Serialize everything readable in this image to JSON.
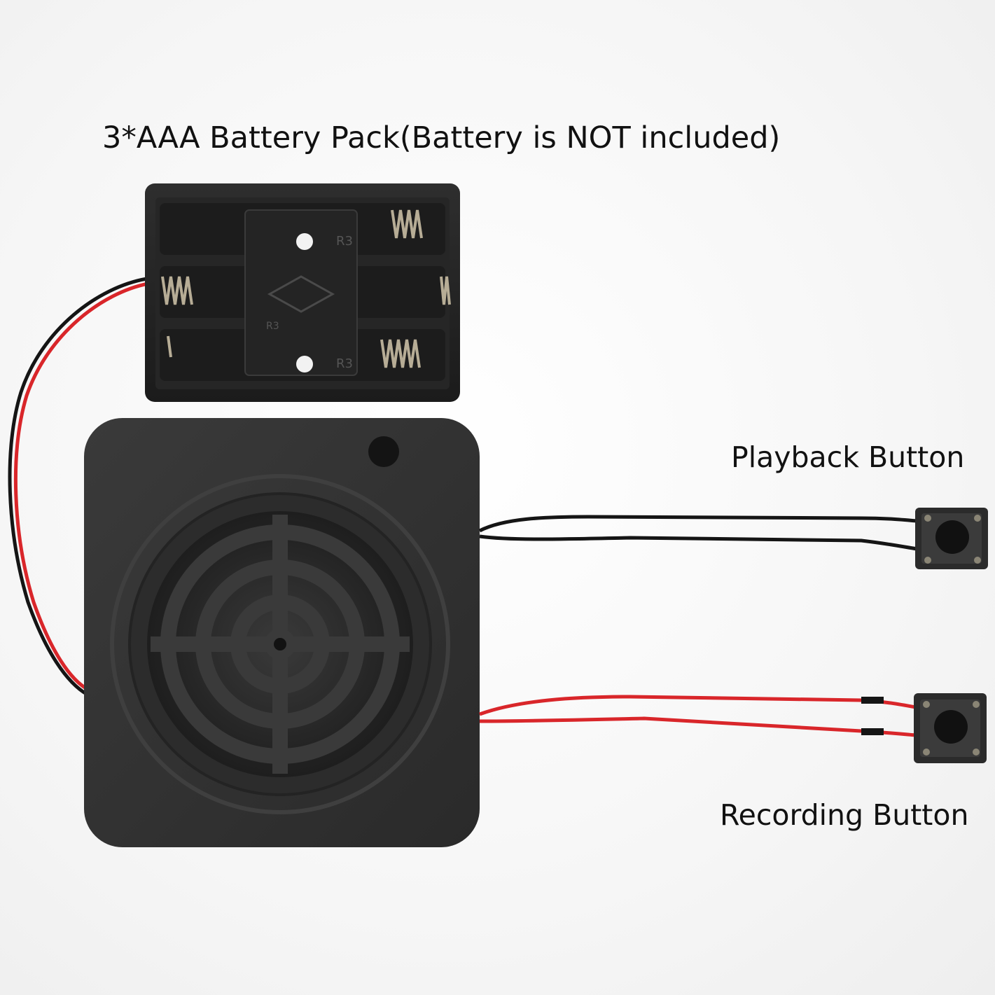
{
  "captions": {
    "battery_pack": "3*AAA Battery Pack(Battery is NOT included)",
    "playback_button": "Playback Button",
    "recording_button": "Recording Button"
  },
  "battery_holder": {
    "embossed_text": [
      "R3",
      "R3",
      "R3"
    ]
  },
  "colors": {
    "background": "#ffffff",
    "plastic": "#2b2b2b",
    "wire_red": "#d9262a",
    "wire_black": "#151515",
    "spring_metal": "#b7ad96"
  }
}
